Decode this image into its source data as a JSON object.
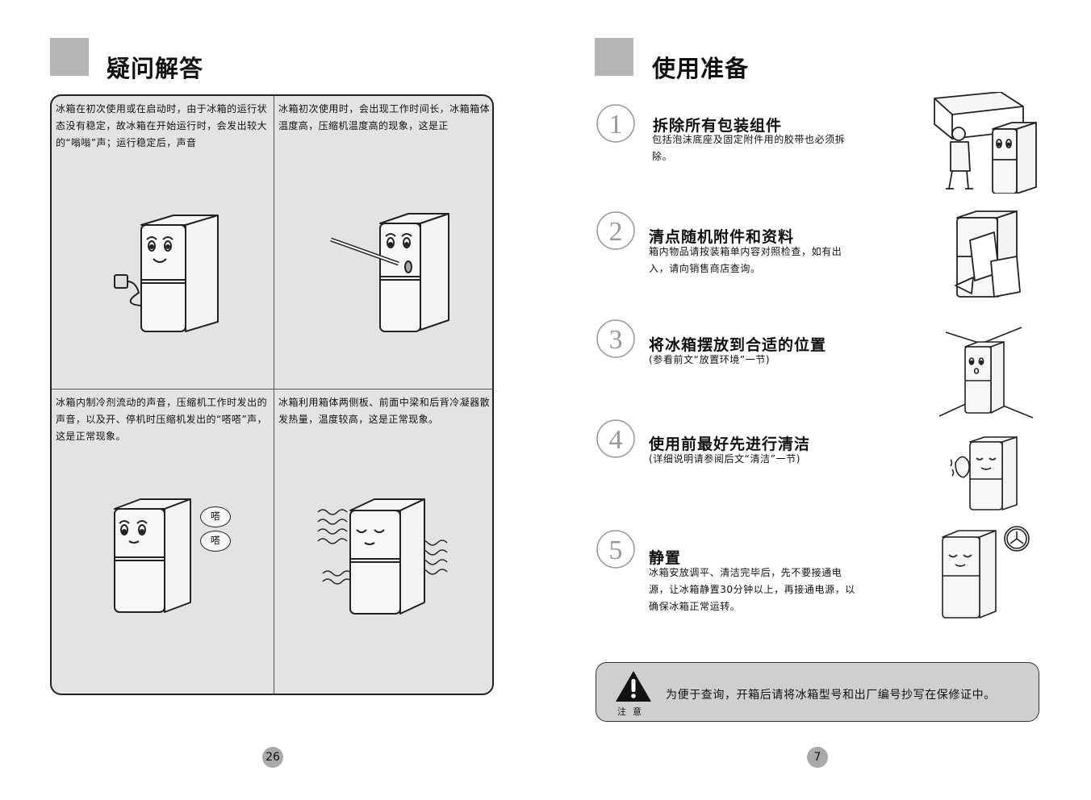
{
  "left_page": {
    "title": "疑问解答",
    "page_number": "26",
    "qa": [
      {
        "text": "冰箱在初次使用或在启动时，由于冰箱的运行状态没有稳定，故冰箱在开始运行时，会发出较大的“嗡嗡”声；运行稳定后，声音"
      },
      {
        "text": "冰箱初次使用时，会出现工作时间长，冰箱箱体温度高，压缩机温度高的现象，这是正"
      },
      {
        "text": "冰箱内制冷剂流动的声音，压缩机工作时发出的声音，以及开、停机时压缩机发出的“嗒嗒”声，这是正常现象。"
      },
      {
        "text": "冰箱利用箱体两侧板、前面中梁和后背冷凝器散发热量，温度较高，这是正常现象。"
      }
    ],
    "bubbles": [
      "嗒",
      "嗒"
    ]
  },
  "right_page": {
    "title": "使用准备",
    "page_number": "7",
    "steps": [
      {
        "number": "1",
        "title": "拆除所有包装组件",
        "desc": "包括泡沫底座及固定附件用的胶带也必须拆除。"
      },
      {
        "number": "2",
        "title": "清点随机附件和资料",
        "desc": "箱内物品请按装箱单内容对照检查，如有出入，请向销售商店查询。"
      },
      {
        "number": "3",
        "title": "将冰箱摆放到合适的位置",
        "desc": "(参看前文“放置环境”一节)"
      },
      {
        "number": "4",
        "title": "使用前最好先进行清洁",
        "desc": "(详细说明请参阅后文“清洁”一节)"
      },
      {
        "number": "5",
        "title": "静置",
        "desc": "冰箱安放调平、清洁完毕后，先不要接通电源，让冰箱静置30分钟以上，再接通电源，以确保冰箱正常运转。"
      }
    ],
    "notice": {
      "label": "注意",
      "text": "为便于查询，开箱后请将冰箱型号和出厂编号抄写在保修证中。"
    }
  }
}
